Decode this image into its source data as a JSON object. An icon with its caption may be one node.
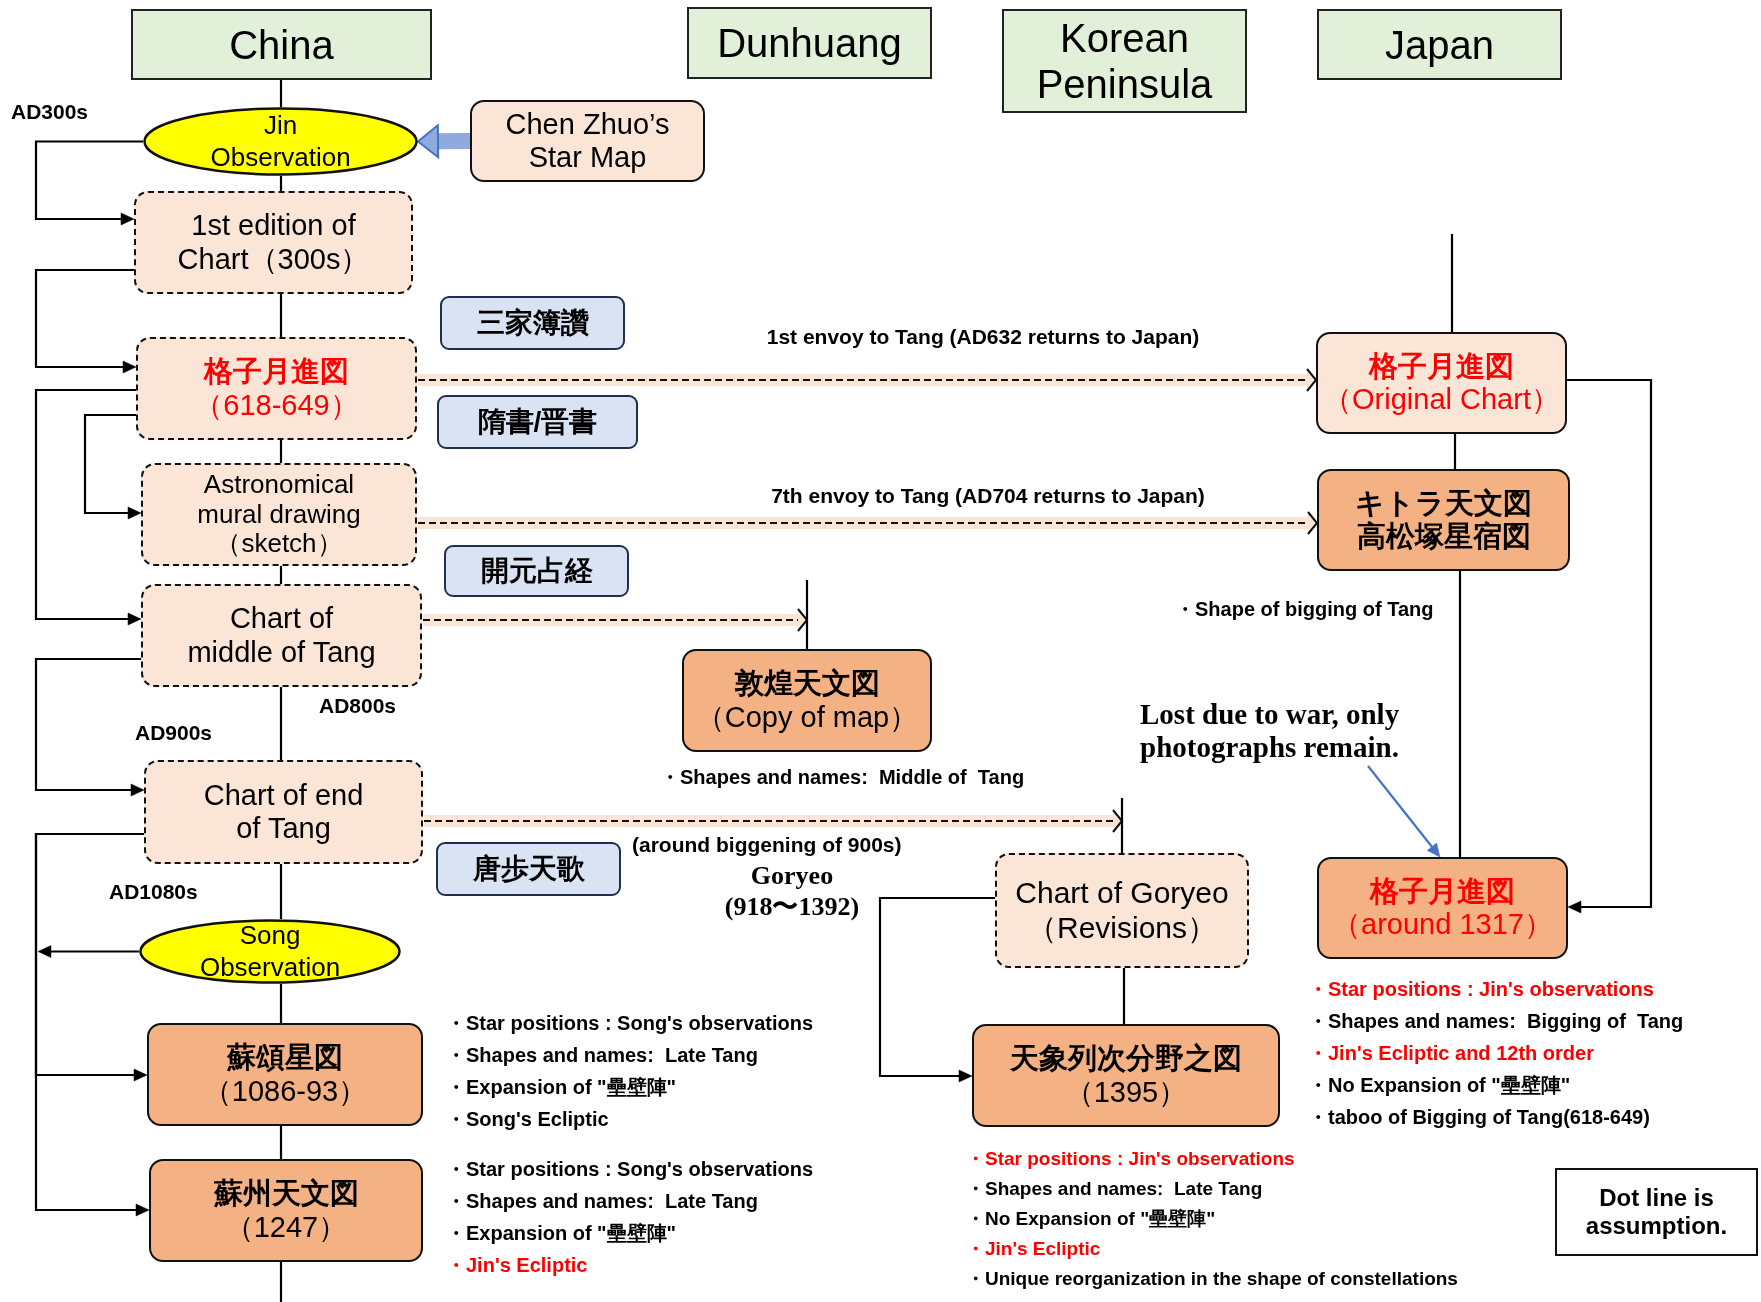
{
  "diagram": {
    "nodes": [
      {
        "text": [
          "China"
        ]
      },
      {
        "text": [
          "Dunhuang"
        ]
      },
      {
        "text": [
          "Korean Peninsula"
        ]
      },
      {
        "text": [
          "Japan"
        ]
      },
      {
        "text": [
          "Jin Observation"
        ]
      },
      {
        "text": [
          "Chen Zhuo’s Star Map"
        ]
      },
      {
        "text": [
          "1st edition of Chart（300s）"
        ]
      },
      {
        "text": [
          "三家簿讚"
        ]
      },
      {
        "text": [
          "格子月進図",
          "（618-649）"
        ]
      },
      {
        "text": [
          "隋書/晋書"
        ]
      },
      {
        "text": [
          "Astronomical mural drawing（sketch）"
        ]
      },
      {
        "text": [
          "開元占経"
        ]
      },
      {
        "text": [
          "Chart of middle of Tang"
        ]
      },
      {
        "text": [
          "敦煌天文図",
          "（Copy of map）"
        ],
        "beside": [
          "・Shapes and names:  Middle of  Tang"
        ]
      },
      {
        "text": [
          "Chart of end of Tang"
        ]
      },
      {
        "text": [
          "唐歩天歌"
        ]
      },
      {
        "text": [
          "Song Observation"
        ]
      },
      {
        "text": [
          "蘇頌星図",
          "（1086-93）"
        ],
        "beside": [
          "・Star positions : Song's observations",
          "・Shapes and names:  Late Tang",
          "・Expansion of \"壘壁陣\"",
          "・Song's Ecliptic"
        ]
      },
      {
        "text": [
          "蘇州天文図",
          "（1247）"
        ],
        "beside": [
          "・Star positions : Song's observations",
          "・Shapes and names:  Late Tang",
          "・Expansion of \"壘壁陣\"",
          "・Jin's Ecliptic"
        ]
      },
      {
        "text": [
          "Chart of Goryeo",
          "（Revisions）"
        ]
      },
      {
        "text": [
          "天象列次分野之図",
          "（1395）"
        ],
        "beside": [
          "・Star positions : Jin's observations",
          "・Shapes and names:  Late Tang",
          "・No Expansion of \"壘壁陣\"",
          "・Jin's Ecliptic",
          "・Unique reorganization in the shape of constellations"
        ]
      },
      {
        "text": [
          "格子月進図",
          "（Original Chart）"
        ]
      },
      {
        "text": [
          "キトラ天文図",
          "高松塚星宿図"
        ],
        "beside": [
          "・Shape of bigging of Tang"
        ]
      },
      {
        "text": [
          "格子月進図",
          "（around 1317）"
        ],
        "beside": [
          "・Star positions : Jin's observations",
          "・Shapes and names:  Bigging of  Tang",
          "・Jin's Ecliptic and 12th order",
          "・No Expansion of \"壘壁陣\"",
          "・taboo of Bigging of Tang(618-649)"
        ]
      },
      {
        "text": [
          "Dot line is assumption."
        ]
      },
      {
        "text": [
          "Lost due to war, only photographs remain."
        ]
      }
    ],
    "edges": [
      {
        "from": 0,
        "to": 4,
        "arrow": "none"
      },
      {
        "from": 4,
        "to": 6,
        "arrow": "none"
      },
      {
        "from": 6,
        "to": 8,
        "arrow": "none"
      },
      {
        "from": 8,
        "to": 10,
        "arrow": "none"
      },
      {
        "from": 10,
        "to": 12,
        "arrow": "none"
      },
      {
        "from": 12,
        "to": 14,
        "arrow": "none"
      },
      {
        "from": 14,
        "to": 16,
        "arrow": "none"
      },
      {
        "from": 16,
        "to": 17,
        "arrow": "none"
      },
      {
        "from": 17,
        "to": 18,
        "arrow": "none"
      },
      {
        "from": 18,
        "to": null,
        "arrow": "none"
      },
      {
        "from": 5,
        "to": 4,
        "arrow": "to",
        "style": "thick",
        "color": "#8faadc"
      },
      {
        "from": 4,
        "to": 6,
        "arrow": "to"
      },
      {
        "from": 6,
        "to": 8,
        "arrow": "to"
      },
      {
        "from": 8,
        "to": 12,
        "arrow": "to"
      },
      {
        "from": 8,
        "to": 10,
        "arrow": "to"
      },
      {
        "from": 12,
        "to": 14,
        "arrow": "to"
      },
      {
        "from": 14,
        "to": 17,
        "arrow": "to"
      },
      {
        "from": 14,
        "to": 18,
        "arrow": "to"
      },
      {
        "from": 16,
        "to": null,
        "arrow": "to"
      },
      {
        "from": 8,
        "to": 21,
        "arrow": "to",
        "style": "dashed",
        "label": "1st envoy to Tang (AD632 returns to Japan)"
      },
      {
        "from": 10,
        "to": 22,
        "arrow": "to",
        "style": "dashed",
        "label": "7th envoy to Tang (AD704 returns to Japan)"
      },
      {
        "from": 12,
        "to": 13,
        "arrow": "to",
        "style": "dashed"
      },
      {
        "from": 14,
        "to": 19,
        "arrow": "to",
        "style": "dashed",
        "label": "(around biggening of 900s)"
      },
      {
        "from": null,
        "to": 21,
        "arrow": "none"
      },
      {
        "from": 21,
        "to": 22,
        "arrow": "none"
      },
      {
        "from": 22,
        "to": 23,
        "arrow": "none"
      },
      {
        "from": 21,
        "to": 23,
        "arrow": "to"
      },
      {
        "from": 25,
        "to": 23,
        "arrow": "to",
        "color": "#4472c4"
      },
      {
        "from": 19,
        "to": 20,
        "arrow": "none"
      },
      {
        "from": 19,
        "to": 20,
        "arrow": "to"
      },
      {
        "from": null,
        "to": 13,
        "arrow": "none"
      },
      {
        "from": null,
        "to": 19,
        "arrow": "none"
      }
    ],
    "labels": [
      "AD300s",
      "AD800s",
      "AD900s",
      "AD1080s",
      "Goryeo (918〜1392)"
    ]
  }
}
